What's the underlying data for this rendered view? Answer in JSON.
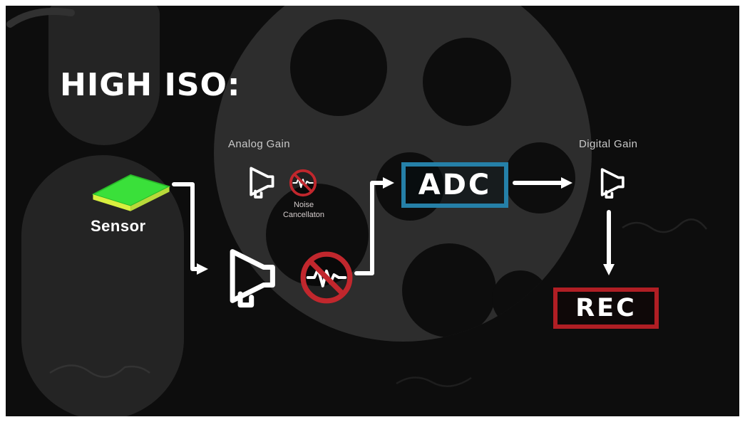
{
  "title": "HIGH ISO:",
  "flow": {
    "sensor": {
      "label": "Sensor",
      "icon": "sensor-chip-icon"
    },
    "analog_gain": {
      "label": "Analog Gain",
      "icon": "megaphone-icon"
    },
    "noise_cancellation": {
      "line1": "Noise",
      "line2": "Cancellaton",
      "icon": "no-noise-icon"
    },
    "amplifier": {
      "icon": "megaphone-icon"
    },
    "noise_blocked": {
      "icon": "no-noise-icon"
    },
    "adc": {
      "label": "ADC"
    },
    "digital_gain": {
      "label": "Digital Gain",
      "icon": "megaphone-icon"
    },
    "rec": {
      "label": "REC"
    }
  },
  "colors": {
    "canvas_background": "#0d0d0d",
    "frame_border": "#ffffff",
    "film_reel": "#2d2d2d",
    "background_shapes": "#242424",
    "arrow_white": "#ffffff",
    "adc_border_blue": "#2580a8",
    "rec_border_red": "#b01e24",
    "prohibition_red": "#c1272d",
    "sensor_green": "#3ae03a",
    "sensor_edge_yellow": "#d9ef3f",
    "muted_label_gray": "#c9c9c9"
  }
}
